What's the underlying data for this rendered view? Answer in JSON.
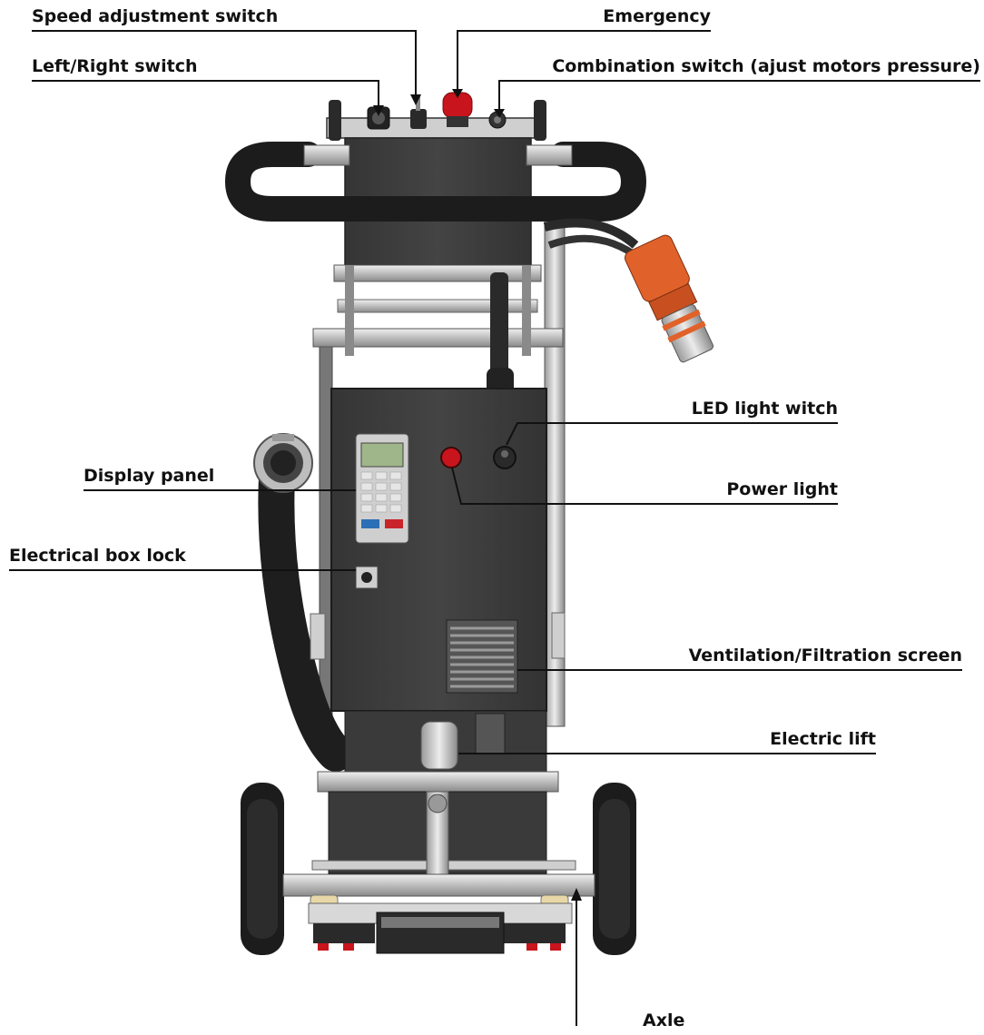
{
  "labels": {
    "speed_adjustment_switch": "Speed adjustment switch",
    "emergency": "Emergency",
    "left_right_switch": "Left/Right switch",
    "combination_switch": "Combination switch (ajust motors pressure)",
    "led_light_switch": "LED light witch",
    "display_panel": "Display panel",
    "power_light": "Power light",
    "electrical_box_lock": "Electrical box lock",
    "ventilation_filtration_screen": "Ventilation/Filtration screen",
    "electric_lift": "Electric lift",
    "axle": "Axle"
  },
  "colors": {
    "body": "#3f3f3f",
    "body_dark": "#2a2a2a",
    "metal": "#c8c8c8",
    "plug_orange": "#e0622a",
    "emergency_red": "#c8141c",
    "wheel": "#1c1c1c",
    "display_screen": "#9fb58a",
    "display_blue": "#2d6fb6",
    "display_red": "#c8242a",
    "line": "#111111"
  }
}
